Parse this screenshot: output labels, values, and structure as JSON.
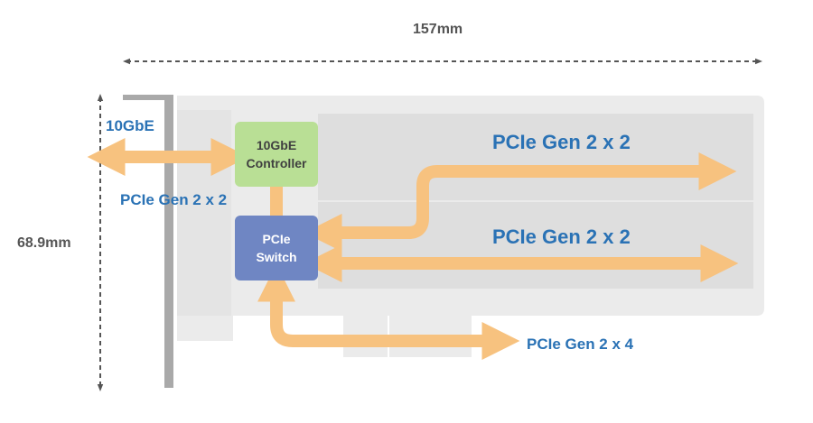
{
  "dimensions": {
    "width_label": "157mm",
    "height_label": "68.9mm"
  },
  "chips": {
    "controller": {
      "line1": "10GbE",
      "line2": "Controller",
      "color": "#b9df95"
    },
    "switch": {
      "line1": "PCIe",
      "line2": "Switch",
      "color": "#6f86c3"
    }
  },
  "labels": {
    "port": "10GbE",
    "controller_link": "PCIe Gen 2 x 2",
    "slot_upper": "PCIe Gen 2 x 2",
    "slot_lower": "PCIe Gen 2 x 2",
    "host_link": "PCIe Gen 2 x 4"
  },
  "colors": {
    "arrow": "#f7c27f",
    "label_blue": "#2a72b5",
    "board": "#ebebeb",
    "slot": "#dedede",
    "bracket": "#a9a9a9"
  }
}
